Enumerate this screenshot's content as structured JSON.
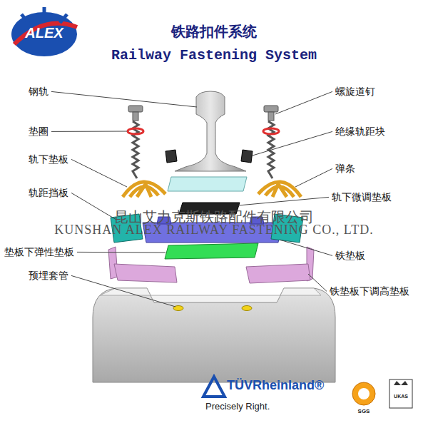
{
  "diagram": {
    "title": "铁路扣件系统",
    "labels": [
      "ALEX",
      "Railway Fastening System",
      "钢轨",
      "螺旋道钉",
      "垫圈",
      "绝缘轨距块",
      "轨下垫板",
      "弹条",
      "轨距挡板",
      "昆山艾力克斯铁路配件有限公司",
      "轨下微调垫板",
      "KUNSHAN ALEX RAILWAY FASTENING CO., LTD.",
      "垫板下弹性垫板",
      "铁垫板",
      "预埋套管",
      "铁垫板下调高垫板",
      "TÜVRheinland®",
      "Precisely Right.",
      "SGS",
      "UKAS"
    ]
  }
}
